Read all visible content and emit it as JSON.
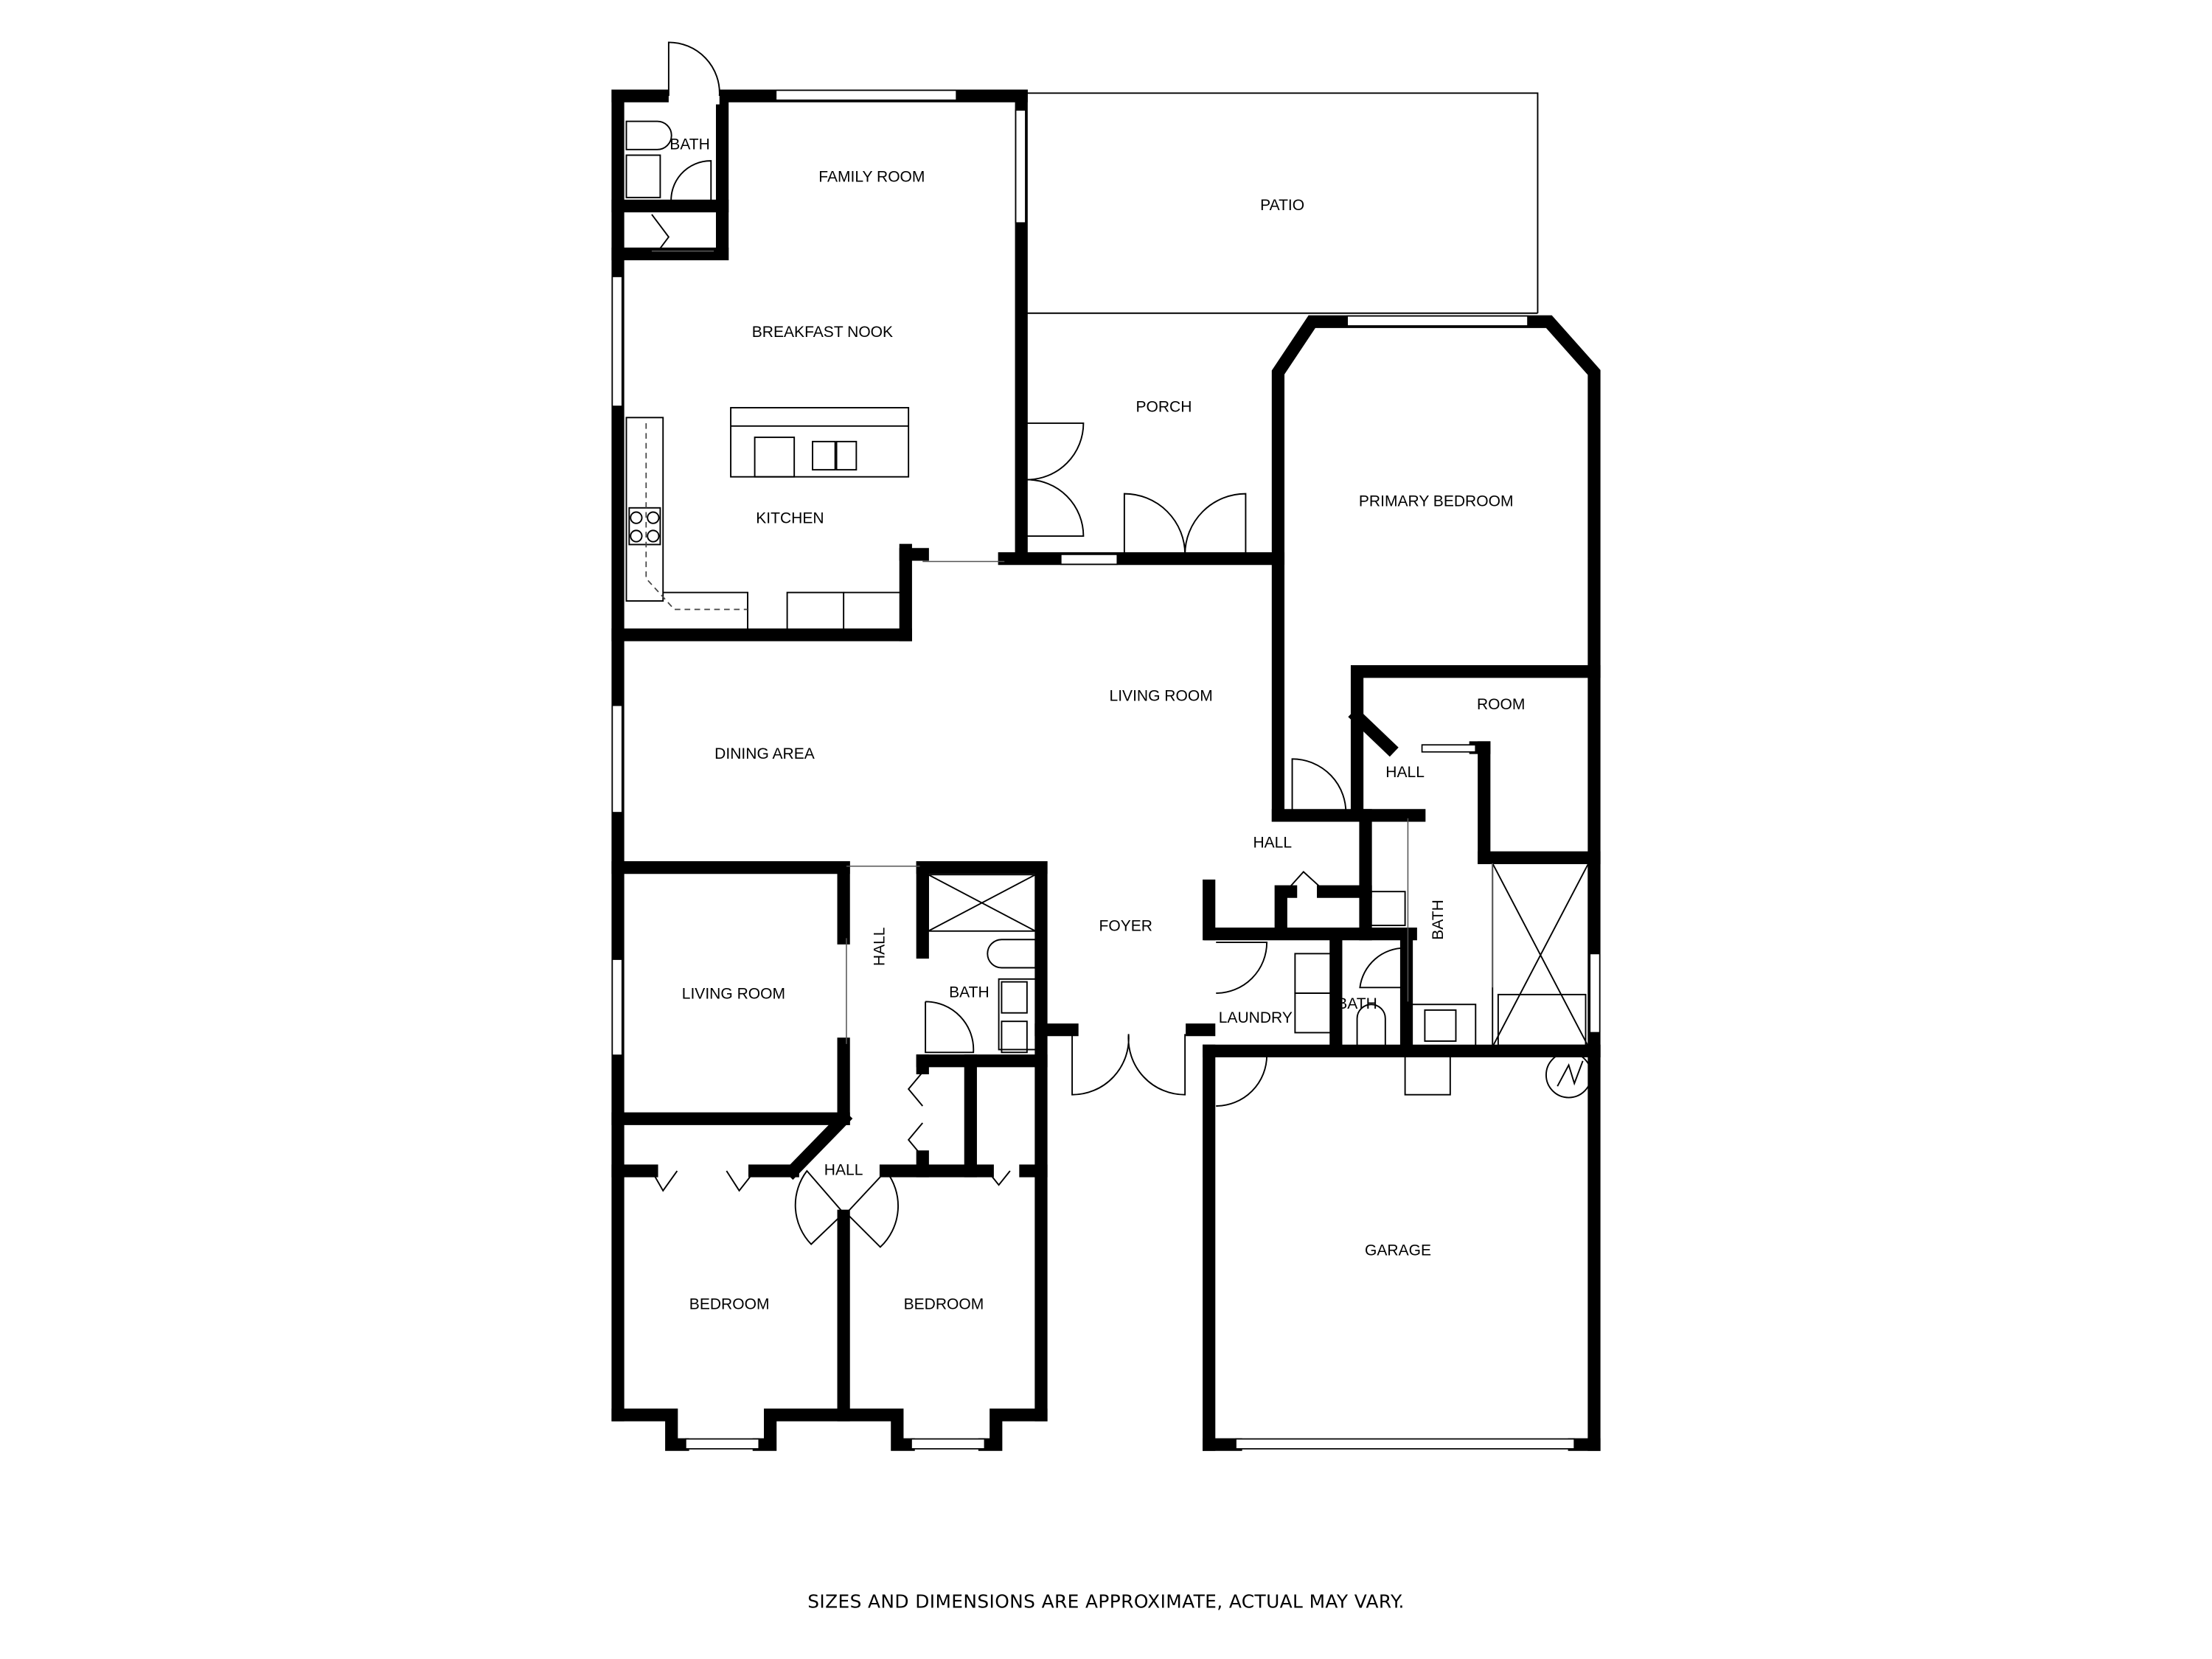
{
  "floor_plan": {
    "rooms": [
      {
        "id": "bath_nw",
        "label": "BATH"
      },
      {
        "id": "family_room",
        "label": "FAMILY ROOM"
      },
      {
        "id": "patio",
        "label": "PATIO"
      },
      {
        "id": "breakfast_nook",
        "label": "BREAKFAST NOOK"
      },
      {
        "id": "porch",
        "label": "PORCH"
      },
      {
        "id": "primary_bedroom",
        "label": "PRIMARY BEDROOM"
      },
      {
        "id": "kitchen",
        "label": "KITCHEN"
      },
      {
        "id": "living_room_main",
        "label": "LIVING ROOM"
      },
      {
        "id": "room_ne",
        "label": "ROOM"
      },
      {
        "id": "dining_area",
        "label": "DINING AREA"
      },
      {
        "id": "hall_primary",
        "label": "HALL"
      },
      {
        "id": "hall_center",
        "label": "HALL"
      },
      {
        "id": "foyer",
        "label": "FOYER"
      },
      {
        "id": "hall_west_vertical",
        "label": "HALL"
      },
      {
        "id": "bath_primary",
        "label": "BATH"
      },
      {
        "id": "living_room_west",
        "label": "LIVING ROOM"
      },
      {
        "id": "bath_hall",
        "label": "BATH"
      },
      {
        "id": "laundry",
        "label": "LAUNDRY"
      },
      {
        "id": "bath_half",
        "label": "BATH"
      },
      {
        "id": "hall_bedrooms",
        "label": "HALL"
      },
      {
        "id": "garage",
        "label": "GARAGE"
      },
      {
        "id": "bedroom_left",
        "label": "BEDROOM"
      },
      {
        "id": "bedroom_right",
        "label": "BEDROOM"
      }
    ],
    "disclaimer": "SIZES AND DIMENSIONS ARE APPROXIMATE, ACTUAL MAY VARY."
  }
}
